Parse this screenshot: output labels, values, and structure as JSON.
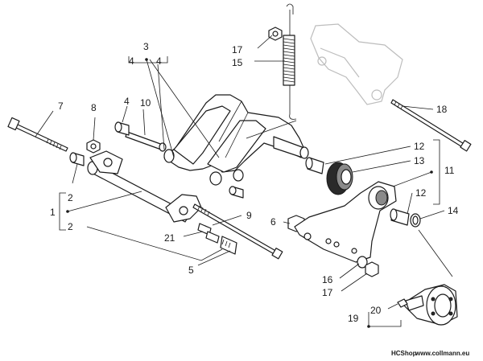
{
  "callouts": {
    "c1": "1",
    "c2a": "2",
    "c2b": "2",
    "c3": "3",
    "c4a": "4",
    "c4b": "4",
    "c5": "5",
    "c6": "6",
    "c7": "7",
    "c8": "8",
    "c9": "9",
    "c10": "10",
    "c11": "11",
    "c12a": "12",
    "c12b": "12",
    "c13": "13",
    "c14": "14",
    "c15": "15",
    "c16": "16",
    "c17a": "17",
    "c17b": "17",
    "c18": "18",
    "c19": "19",
    "c20": "20",
    "c21": "21"
  },
  "footer": {
    "shop": "HCShop",
    "url": "www.collmann.eu"
  },
  "colors": {
    "line": "#1a1a1a",
    "ghost": "#bdbdbd",
    "shade": "#8a8a8a"
  }
}
